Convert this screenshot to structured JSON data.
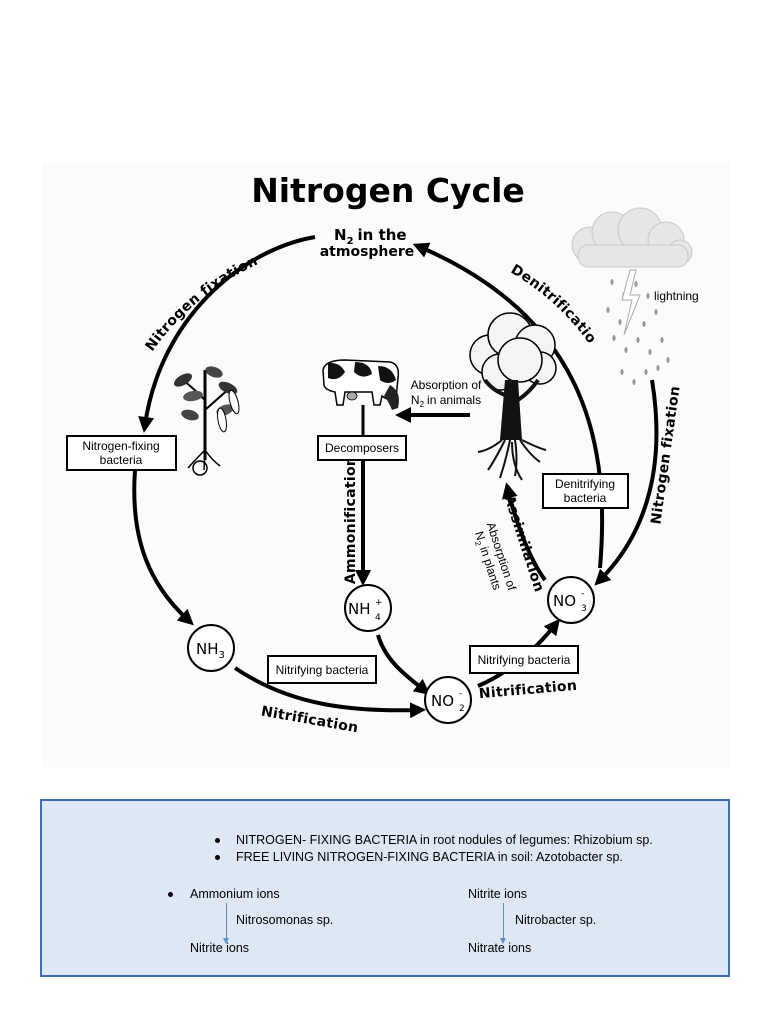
{
  "diagram": {
    "title": "Nitrogen Cycle",
    "atmosphere_line1": "in the",
    "atmosphere_line2": "atmosphere",
    "atmosphere_symbol": "N",
    "atmosphere_subscript": "2",
    "nitrogen_fixation_left": "Nitrogen fixation",
    "nitrogen_fixation_right": "Nitrogen fixation",
    "denitrification": "Denitrification",
    "lightning": "lightning",
    "absorption_animals_line1": "Absorption of",
    "absorption_animals_line2": "in animals",
    "absorption_animals_symbol": "N",
    "absorption_animals_subscript": "2",
    "nitrogen_fixing_bacteria_line1": "Nitrogen-fixing",
    "nitrogen_fixing_bacteria_line2": "bacteria",
    "decomposers": "Decomposers",
    "ammonification": "Ammonification",
    "denitrifying_bacteria_line1": "Denitrifying",
    "denitrifying_bacteria_line2": "bacteria",
    "assimilation": "Assimilation",
    "absorption_plants_line1": "Absorption of",
    "absorption_plants_line2": "in plants",
    "absorption_plants_symbol": "N",
    "absorption_plants_subscript": "2",
    "nh3": "NH",
    "nh3_sub": "3",
    "nh4": "NH",
    "nh4_sup": "+",
    "nh4_sub": "4",
    "no2": "NO",
    "no2_sup": "-",
    "no2_sub": "2",
    "no3": "NO",
    "no3_sup": "-",
    "no3_sub": "3",
    "nitrifying_bacteria_left": "Nitrifying bacteria",
    "nitrifying_bacteria_right": "Nitrifying bacteria",
    "nitrification_left": "Nitrification",
    "nitrification_right": "Nitrification"
  },
  "notes": {
    "bullets": [
      "NITROGEN- FIXING BACTERIA in root nodules of legumes: Rhizobium sp.",
      "FREE LIVING NITROGEN-FIXING BACTERIA in soil: Azotobacter sp."
    ],
    "left_column": {
      "from": "Ammonium ions",
      "agent": "Nitrosomonas sp.",
      "to": "Nitrite ions"
    },
    "right_column": {
      "from": "Nitrite ions",
      "agent": "Nitrobacter sp.",
      "to": "Nitrate ions"
    },
    "colors": {
      "border": "#3d6fb5",
      "background": "#dde8f4",
      "arrow": "#5b8fd0"
    }
  }
}
